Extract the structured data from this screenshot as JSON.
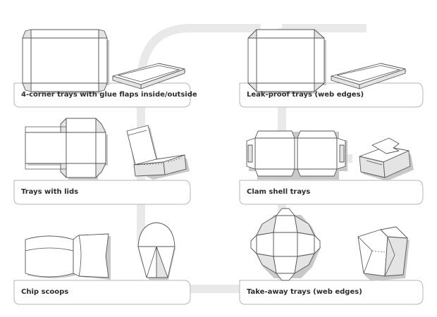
{
  "panels": [
    {
      "label": "4-corner trays with glue flaps inside/outside",
      "icon": "four-corner-tray-icon"
    },
    {
      "label": "Leak-proof trays (web edges)",
      "icon": "leak-proof-tray-icon"
    },
    {
      "label": "Trays with lids",
      "icon": "tray-with-lid-icon"
    },
    {
      "label": "Clam shell trays",
      "icon": "clam-shell-tray-icon"
    },
    {
      "label": "Chip scoops",
      "icon": "chip-scoop-icon"
    },
    {
      "label": "Take-away trays (web edges)",
      "icon": "take-away-tray-icon"
    }
  ]
}
